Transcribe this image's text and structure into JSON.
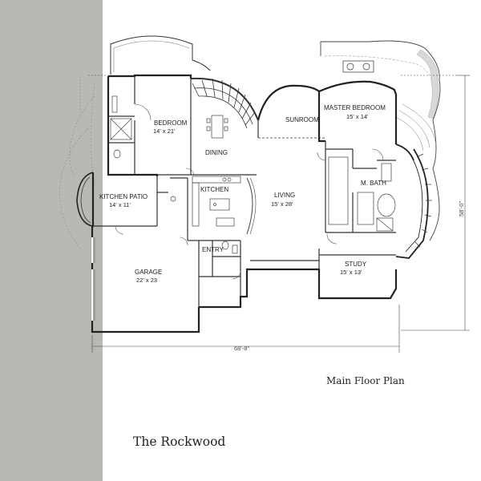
{
  "plan": {
    "caption": "Main Floor Plan",
    "name": "The Rockwood",
    "rooms": {
      "bedroom": {
        "label": "BEDROOM",
        "dims": "14' x 21'"
      },
      "dining": {
        "label": "DINING"
      },
      "sunroom": {
        "label": "SUNROOM"
      },
      "master_bedroom": {
        "label": "MASTER BEDROOM",
        "dims": "15' x 14'"
      },
      "kitchen_patio": {
        "label": "KITCHEN PATIO",
        "dims": "14' x 11'"
      },
      "kitchen": {
        "label": "KITCHEN"
      },
      "living": {
        "label": "LIVING",
        "dims": "15' x 28'"
      },
      "m_bath": {
        "label": "M. BATH"
      },
      "garage": {
        "label": "GARAGE",
        "dims": "22' x 23"
      },
      "entry": {
        "label": "ENTRY"
      },
      "study": {
        "label": "STUDY",
        "dims": "15' x 13'"
      }
    },
    "dimensions": {
      "width": "68'-8\"",
      "depth": "58'-0\""
    }
  }
}
